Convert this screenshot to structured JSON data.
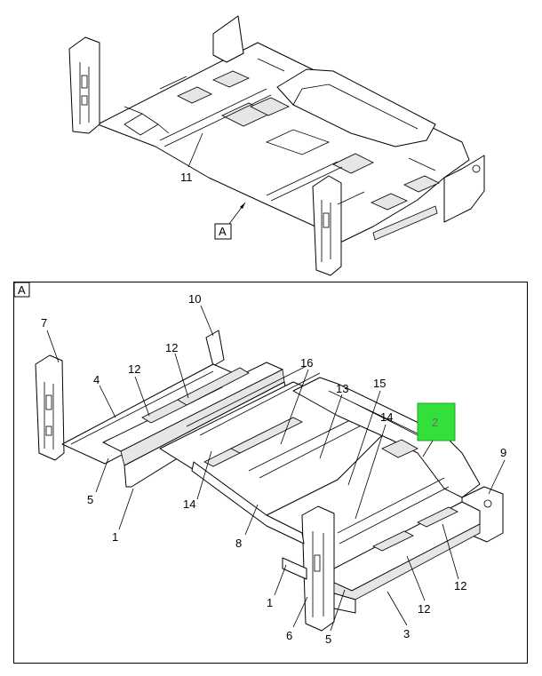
{
  "overview": {
    "view_label": "A",
    "callouts": [
      "11"
    ]
  },
  "detail": {
    "view_label": "A",
    "callouts": [
      "7",
      "10",
      "12",
      "4",
      "16",
      "12",
      "13",
      "15",
      "14",
      "9",
      "5",
      "1",
      "14",
      "8",
      "1",
      "6",
      "5",
      "3",
      "12",
      "12"
    ],
    "highlighted_callout": "2"
  },
  "colors": {
    "highlight_fill": "#33e03a",
    "line": "#000000",
    "frame": "#000000"
  }
}
